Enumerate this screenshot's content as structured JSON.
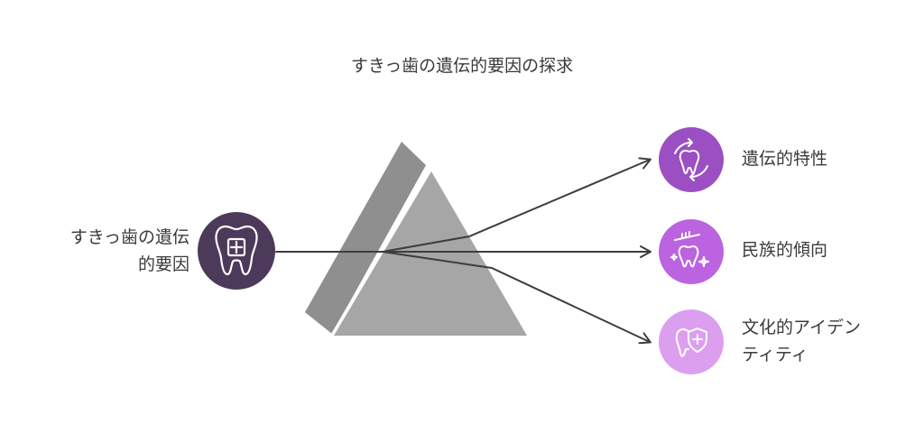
{
  "title": "すきっ歯の遺伝的要因の探求",
  "source": {
    "label": "すきっ歯の遺伝\n的要因",
    "icon": "tooth-plus-icon",
    "color": "#4d3a5a"
  },
  "prism": {
    "face_color": "#a6a6a6",
    "side_color": "#8f8f8f"
  },
  "outputs": [
    {
      "label": "遺伝的特性",
      "icon": "tooth-cycle-icon",
      "color": "#9b4fc2"
    },
    {
      "label": "民族的傾向",
      "icon": "toothbrush-sparkle-icon",
      "color": "#bb63e0"
    },
    {
      "label": "文化的アイデン\nティティ",
      "icon": "tooth-shield-icon",
      "color": "#dc9ff0"
    }
  ]
}
